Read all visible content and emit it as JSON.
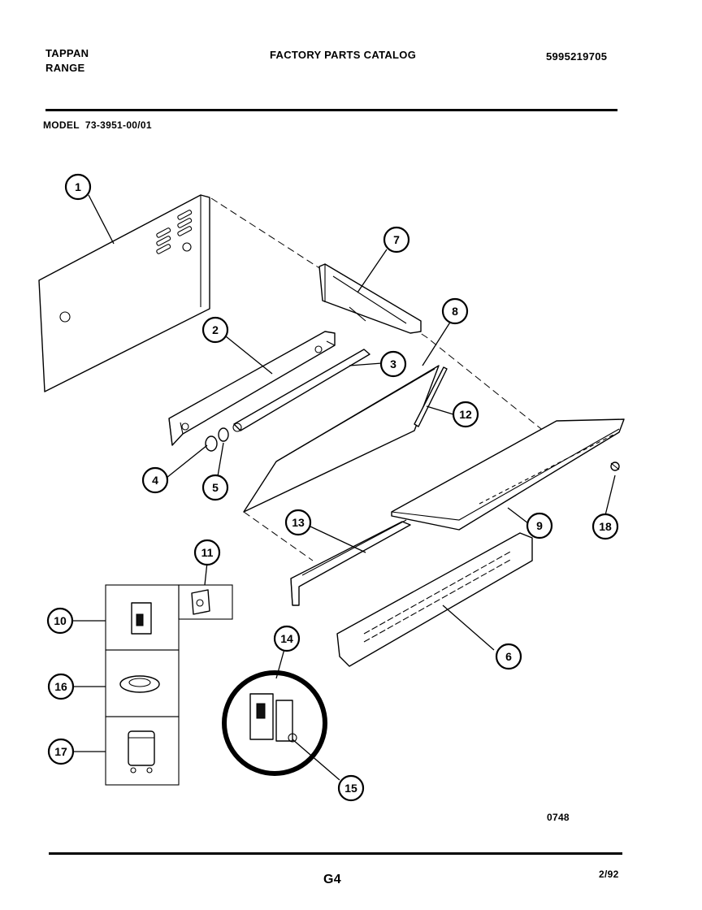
{
  "header": {
    "brand": "TAPPAN",
    "product": "RANGE",
    "catalog_title": "FACTORY PARTS CATALOG",
    "catalog_number": "5995219705",
    "model_label": "MODEL  73-3951-00/01"
  },
  "diagram": {
    "callouts": [
      "1",
      "2",
      "3",
      "4",
      "5",
      "6",
      "7",
      "8",
      "9",
      "10",
      "11",
      "12",
      "13",
      "14",
      "15",
      "16",
      "17",
      "18"
    ],
    "drawing_number": "0748"
  },
  "footer": {
    "page_code": "G4",
    "date": "2/92"
  }
}
